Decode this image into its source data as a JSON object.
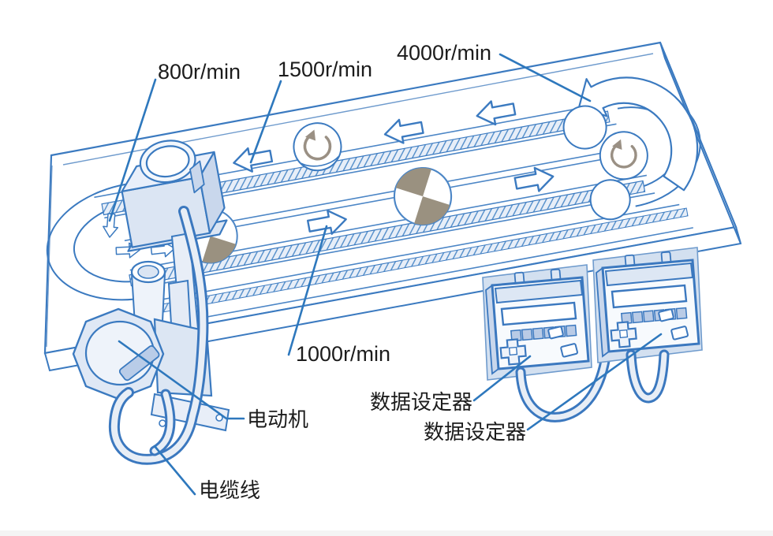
{
  "labels": {
    "speed_left_end": "800r/min",
    "speed_top_belt": "1500r/min",
    "speed_right_end": "4000r/min",
    "speed_bottom_belt": "1000r/min",
    "motor": "电动机",
    "cable": "电缆线",
    "data_setter_left": "数据设定器",
    "data_setter_right": "数据设定器"
  },
  "colors": {
    "outline_blue": "#3b7ac0",
    "leader_blue": "#2e78bd",
    "light_blue_fill": "#dbe5f3",
    "panel_blue_fill": "#d3e0f0",
    "belt_hatch_blue": "#5b93cc",
    "rotation_arrow_gray": "#9a9084",
    "pallet_quadrant_tan": "#9a9180",
    "label_text": "#1c1c1c"
  },
  "icons": {
    "belt_direction_arrow": "outlined block arrow",
    "rotation_arrow": "gray circular arrow",
    "belt_turn_arrow": "large curved outlined arrow"
  }
}
